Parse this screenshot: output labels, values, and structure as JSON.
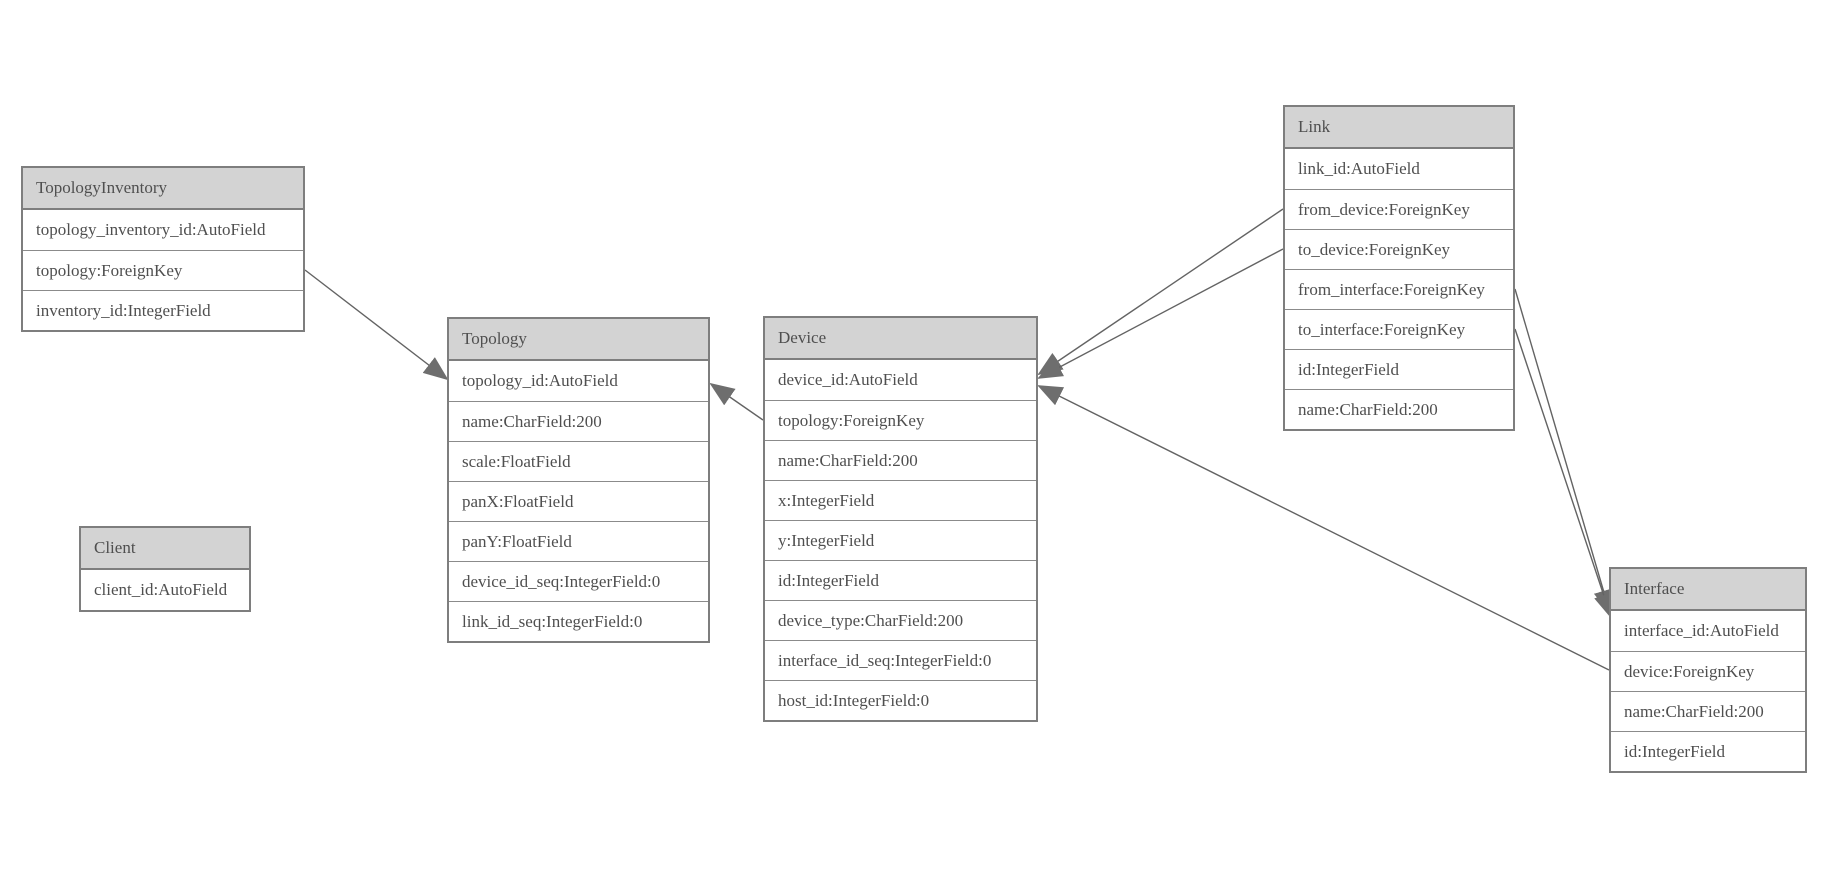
{
  "diagram": {
    "kind": "entity-relationship-model-graph",
    "colors": {
      "background": "#ffffff",
      "entity_header_bg": "#d3d3d3",
      "entity_border": "#7e7e7e",
      "row_separator": "#8b8b8b",
      "text": "#4f4f4f",
      "connector_line": "#636363",
      "arrowhead_fill": "#6e6e6e"
    },
    "entities": [
      {
        "name": "TopologyInventory",
        "fields": [
          "topology_inventory_id:AutoField",
          "topology:ForeignKey",
          "inventory_id:IntegerField"
        ]
      },
      {
        "name": "Client",
        "fields": [
          "client_id:AutoField"
        ]
      },
      {
        "name": "Topology",
        "fields": [
          "topology_id:AutoField",
          "name:CharField:200",
          "scale:FloatField",
          "panX:FloatField",
          "panY:FloatField",
          "device_id_seq:IntegerField:0",
          "link_id_seq:IntegerField:0"
        ]
      },
      {
        "name": "Device",
        "fields": [
          "device_id:AutoField",
          "topology:ForeignKey",
          "name:CharField:200",
          "x:IntegerField",
          "y:IntegerField",
          "id:IntegerField",
          "device_type:CharField:200",
          "interface_id_seq:IntegerField:0",
          "host_id:IntegerField:0"
        ]
      },
      {
        "name": "Link",
        "fields": [
          "link_id:AutoField",
          "from_device:ForeignKey",
          "to_device:ForeignKey",
          "from_interface:ForeignKey",
          "to_interface:ForeignKey",
          "id:IntegerField",
          "name:CharField:200"
        ]
      },
      {
        "name": "Interface",
        "fields": [
          "interface_id:AutoField",
          "device:ForeignKey",
          "name:CharField:200",
          "id:IntegerField"
        ]
      }
    ],
    "relationships": [
      {
        "from_entity": "TopologyInventory",
        "from_field": "topology",
        "to_entity": "Topology"
      },
      {
        "from_entity": "Device",
        "from_field": "topology",
        "to_entity": "Topology"
      },
      {
        "from_entity": "Link",
        "from_field": "from_device",
        "to_entity": "Device"
      },
      {
        "from_entity": "Link",
        "from_field": "to_device",
        "to_entity": "Device"
      },
      {
        "from_entity": "Link",
        "from_field": "from_interface",
        "to_entity": "Interface"
      },
      {
        "from_entity": "Link",
        "from_field": "to_interface",
        "to_entity": "Interface"
      },
      {
        "from_entity": "Interface",
        "from_field": "device",
        "to_entity": "Device"
      }
    ]
  }
}
